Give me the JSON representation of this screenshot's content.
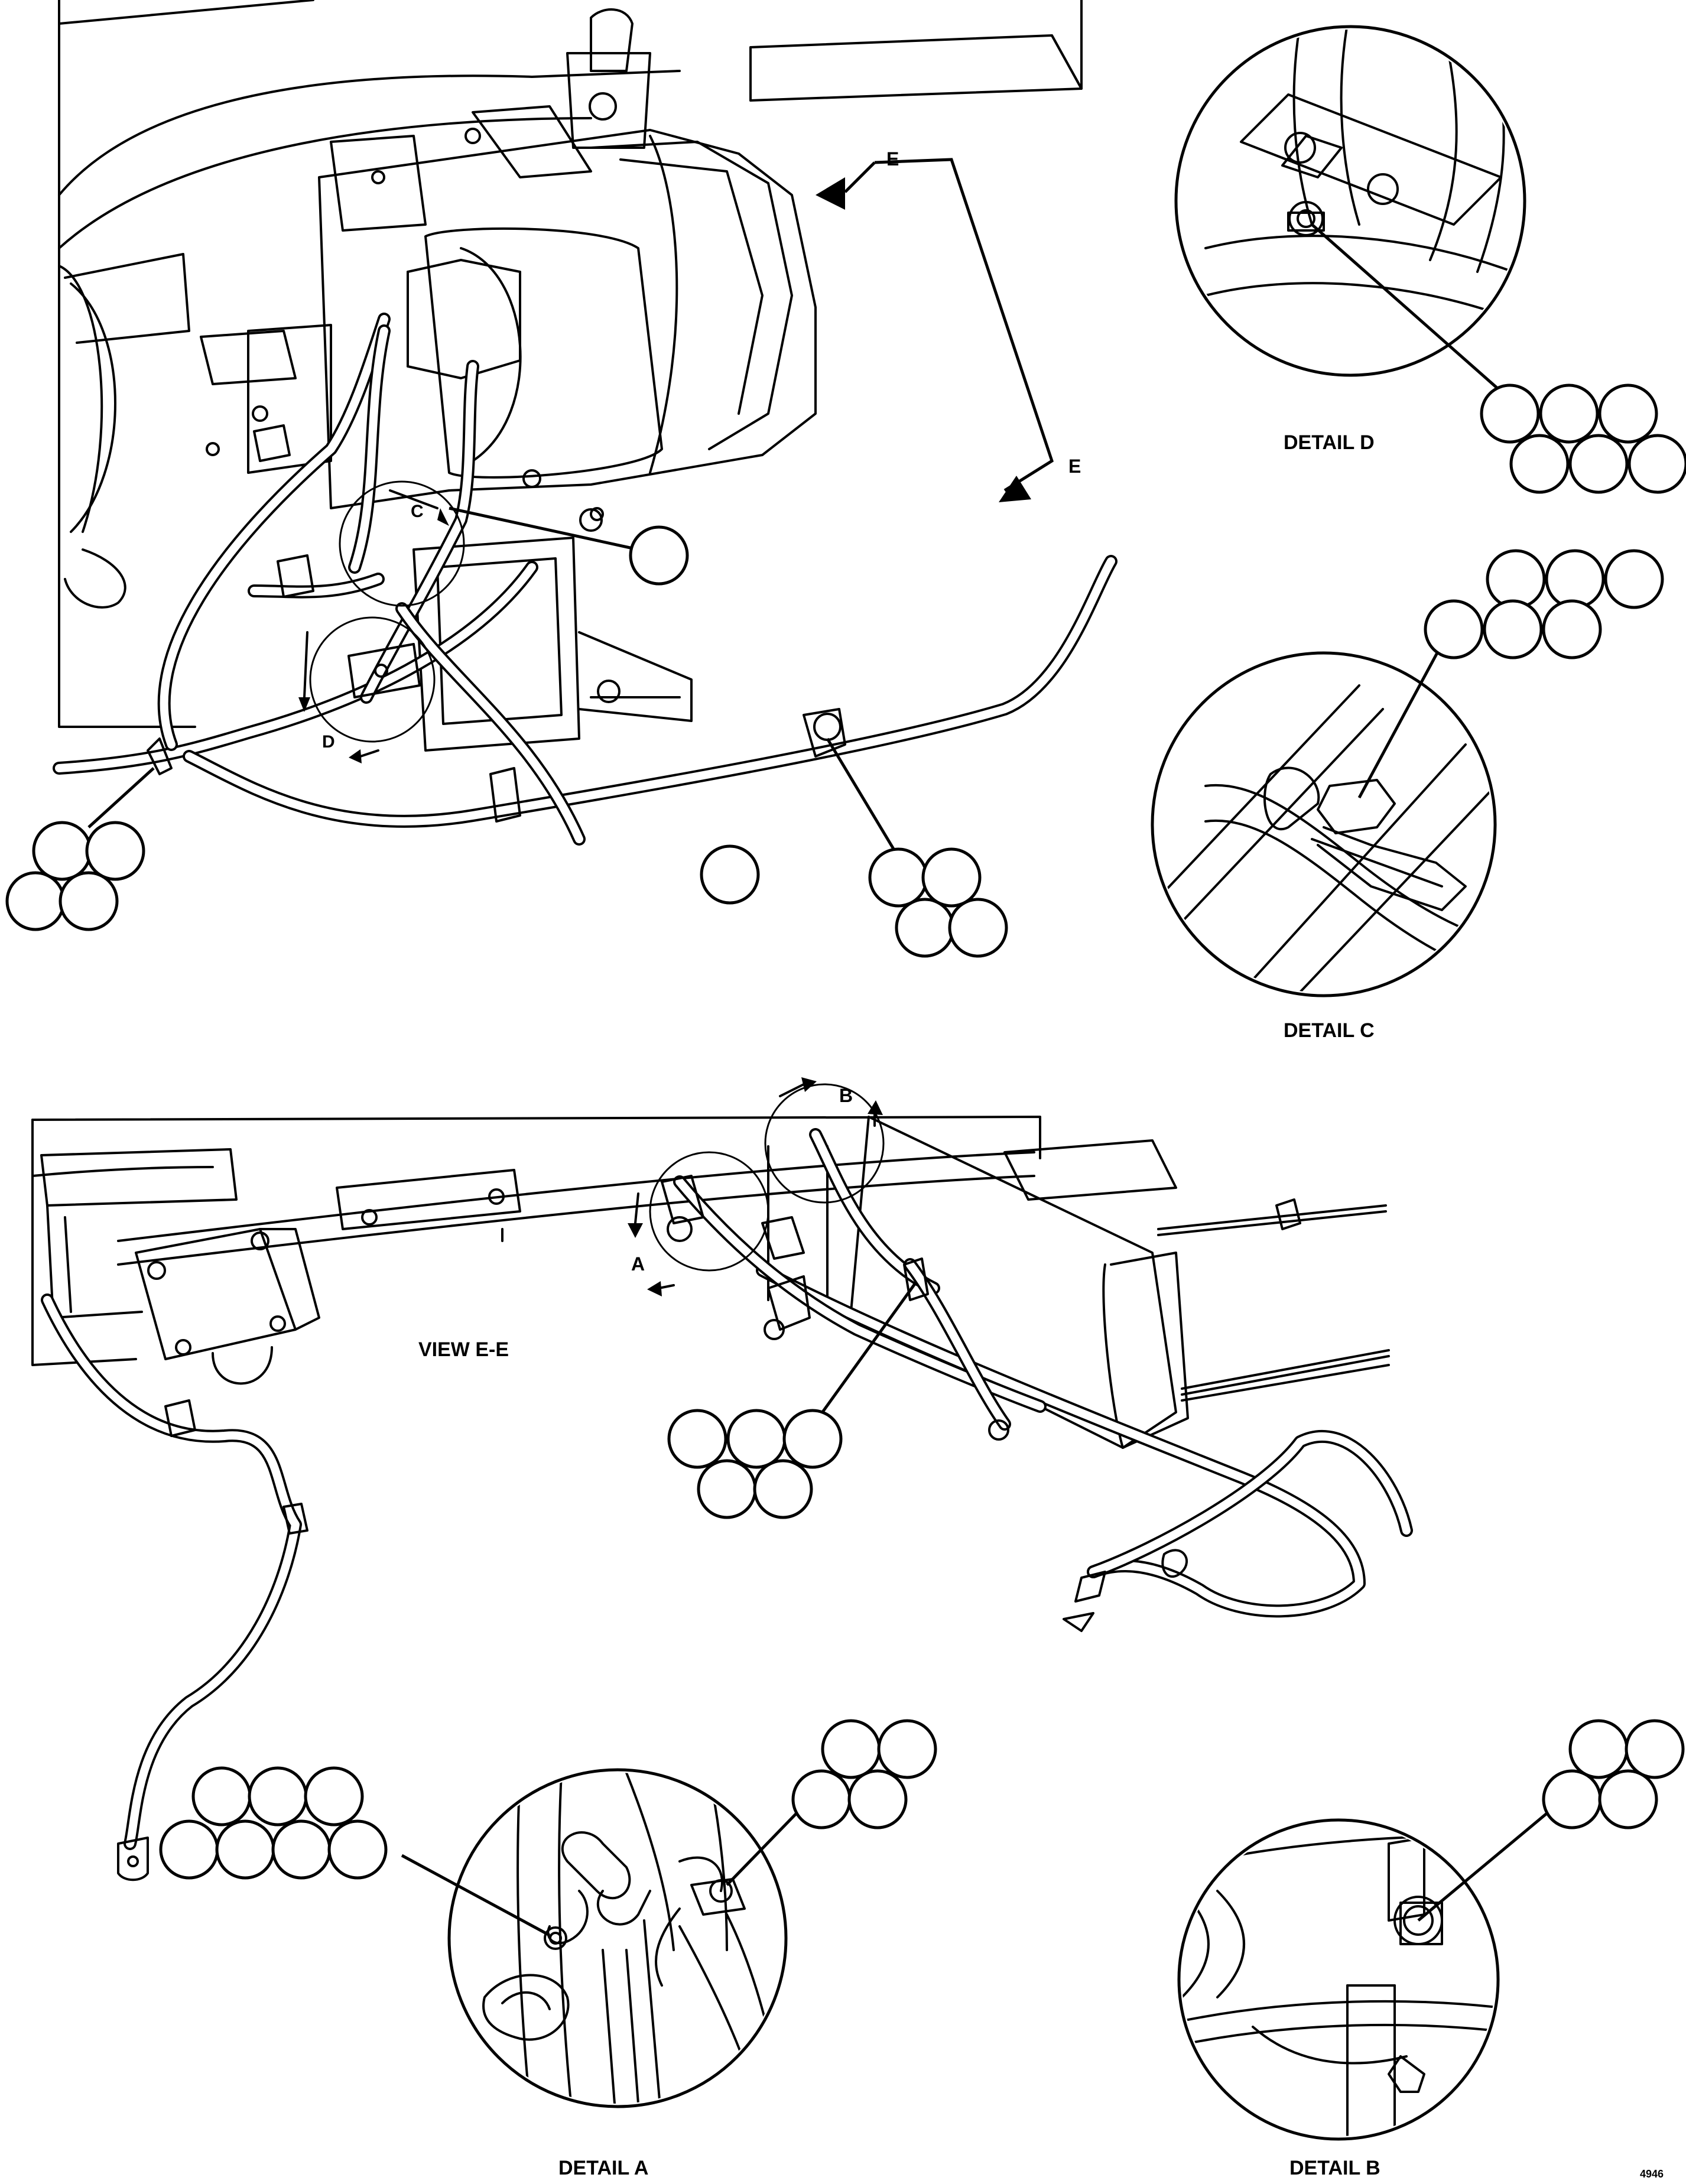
{
  "labels": {
    "detail_a": "DETAIL A",
    "detail_b": "DETAIL B",
    "detail_c": "DETAIL C",
    "detail_d": "DETAIL D",
    "view_ee": "VIEW E-E",
    "callout_a": "A",
    "callout_b": "B",
    "callout_c": "C",
    "callout_d": "D",
    "callout_e_top": "E",
    "callout_e_bottom": "E",
    "sheet_code": "4946"
  },
  "item_bubbles_note": "Item bubbles are empty circles (no numbers visible)"
}
